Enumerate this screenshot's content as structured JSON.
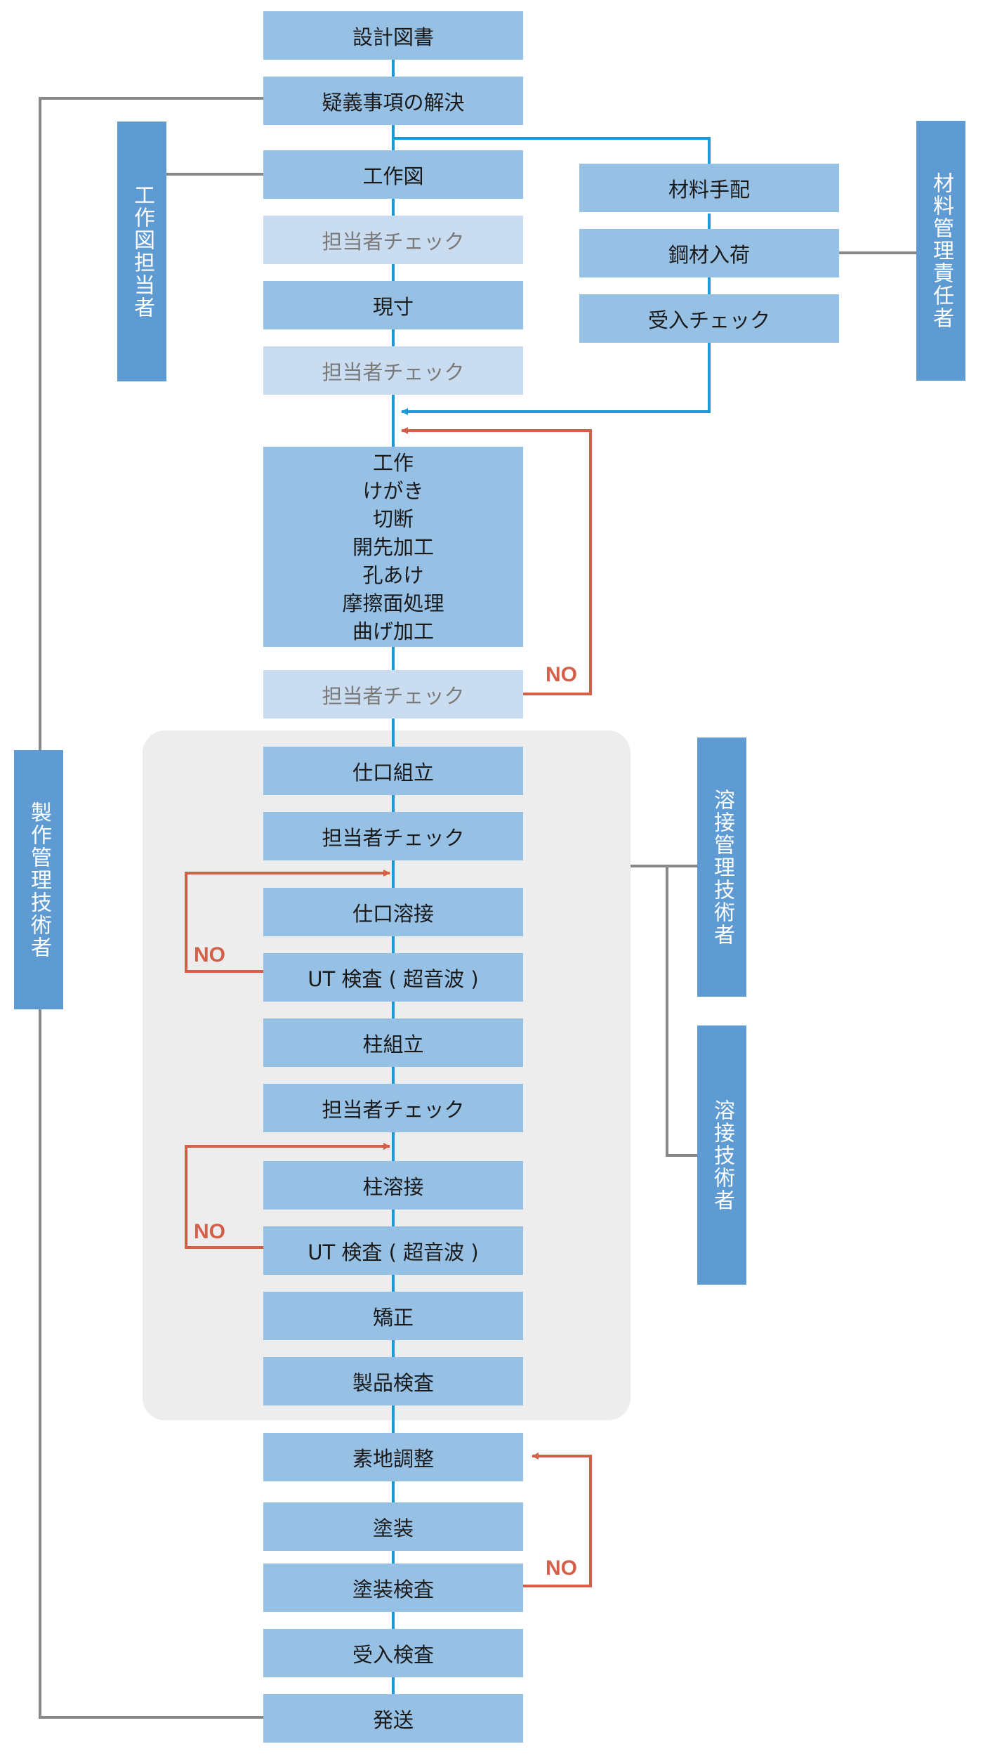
{
  "flow": {
    "design_drawing": "設計図書",
    "resolve_questions": "疑義事項の解決",
    "shop_drawing": "工作図",
    "check_1": "担当者チェック",
    "full_scale": "現寸",
    "check_2": "担当者チェック",
    "fabrication": [
      "工作",
      "けがき",
      "切断",
      "開先加工",
      "孔あけ",
      "摩擦面処理",
      "曲げ加工"
    ],
    "check_3": "担当者チェック",
    "joint_assembly": "仕口組立",
    "check_4": "担当者チェック",
    "joint_welding": "仕口溶接",
    "ut_1": "UT 検査 ( 超音波 )",
    "column_assembly": "柱組立",
    "check_5": "担当者チェック",
    "column_welding": "柱溶接",
    "ut_2": "UT 検査 ( 超音波 )",
    "straightening": "矯正",
    "product_inspection": "製品検査",
    "surface_prep": "素地調整",
    "painting": "塗装",
    "paint_inspection": "塗装検査",
    "acceptance_inspection": "受入検査",
    "shipping": "発送"
  },
  "materials": {
    "material_arrangement": "材料手配",
    "steel_arrival": "鋼材入荷",
    "acceptance_check": "受入チェック"
  },
  "roles": {
    "shop_drawing_staff": "工作図担当者",
    "production_manager": "製作管理技術者",
    "material_manager": "材料管理責任者",
    "welding_manager": "溶接管理技術者",
    "welding_engineer": "溶接技術者"
  },
  "labels": {
    "no": "NO"
  },
  "colors": {
    "step": "#97c0e5",
    "check_step": "#c9dcf0",
    "role_box": "#5e9bd3",
    "flow_line": "#1a9ad6",
    "loop_line": "#d4604a",
    "connector": "#888888",
    "group_background": "#ededed"
  }
}
